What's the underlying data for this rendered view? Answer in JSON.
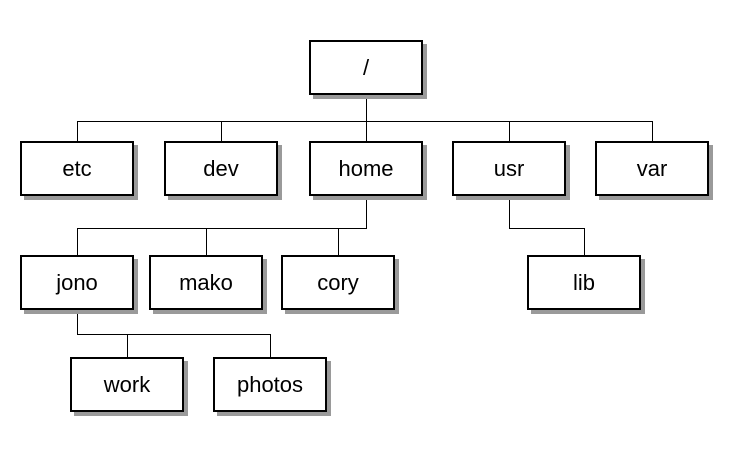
{
  "diagram": {
    "type": "tree",
    "nodes": [
      {
        "id": "root",
        "label": "/"
      },
      {
        "id": "etc",
        "label": "etc"
      },
      {
        "id": "dev",
        "label": "dev"
      },
      {
        "id": "home",
        "label": "home"
      },
      {
        "id": "usr",
        "label": "usr"
      },
      {
        "id": "var",
        "label": "var"
      },
      {
        "id": "jono",
        "label": "jono"
      },
      {
        "id": "mako",
        "label": "mako"
      },
      {
        "id": "cory",
        "label": "cory"
      },
      {
        "id": "lib",
        "label": "lib"
      },
      {
        "id": "work",
        "label": "work"
      },
      {
        "id": "photos",
        "label": "photos"
      }
    ],
    "edges": [
      {
        "from": "/",
        "to": "etc"
      },
      {
        "from": "/",
        "to": "dev"
      },
      {
        "from": "/",
        "to": "home"
      },
      {
        "from": "/",
        "to": "usr"
      },
      {
        "from": "/",
        "to": "var"
      },
      {
        "from": "home",
        "to": "jono"
      },
      {
        "from": "home",
        "to": "mako"
      },
      {
        "from": "home",
        "to": "cory"
      },
      {
        "from": "usr",
        "to": "lib"
      },
      {
        "from": "jono",
        "to": "work"
      },
      {
        "from": "jono",
        "to": "photos"
      }
    ],
    "colors": {
      "box_fill": "#ffffff",
      "box_border": "#000000",
      "box_shadow": "#9a9a9a",
      "connector": "#000000",
      "background": "#ffffff"
    }
  }
}
